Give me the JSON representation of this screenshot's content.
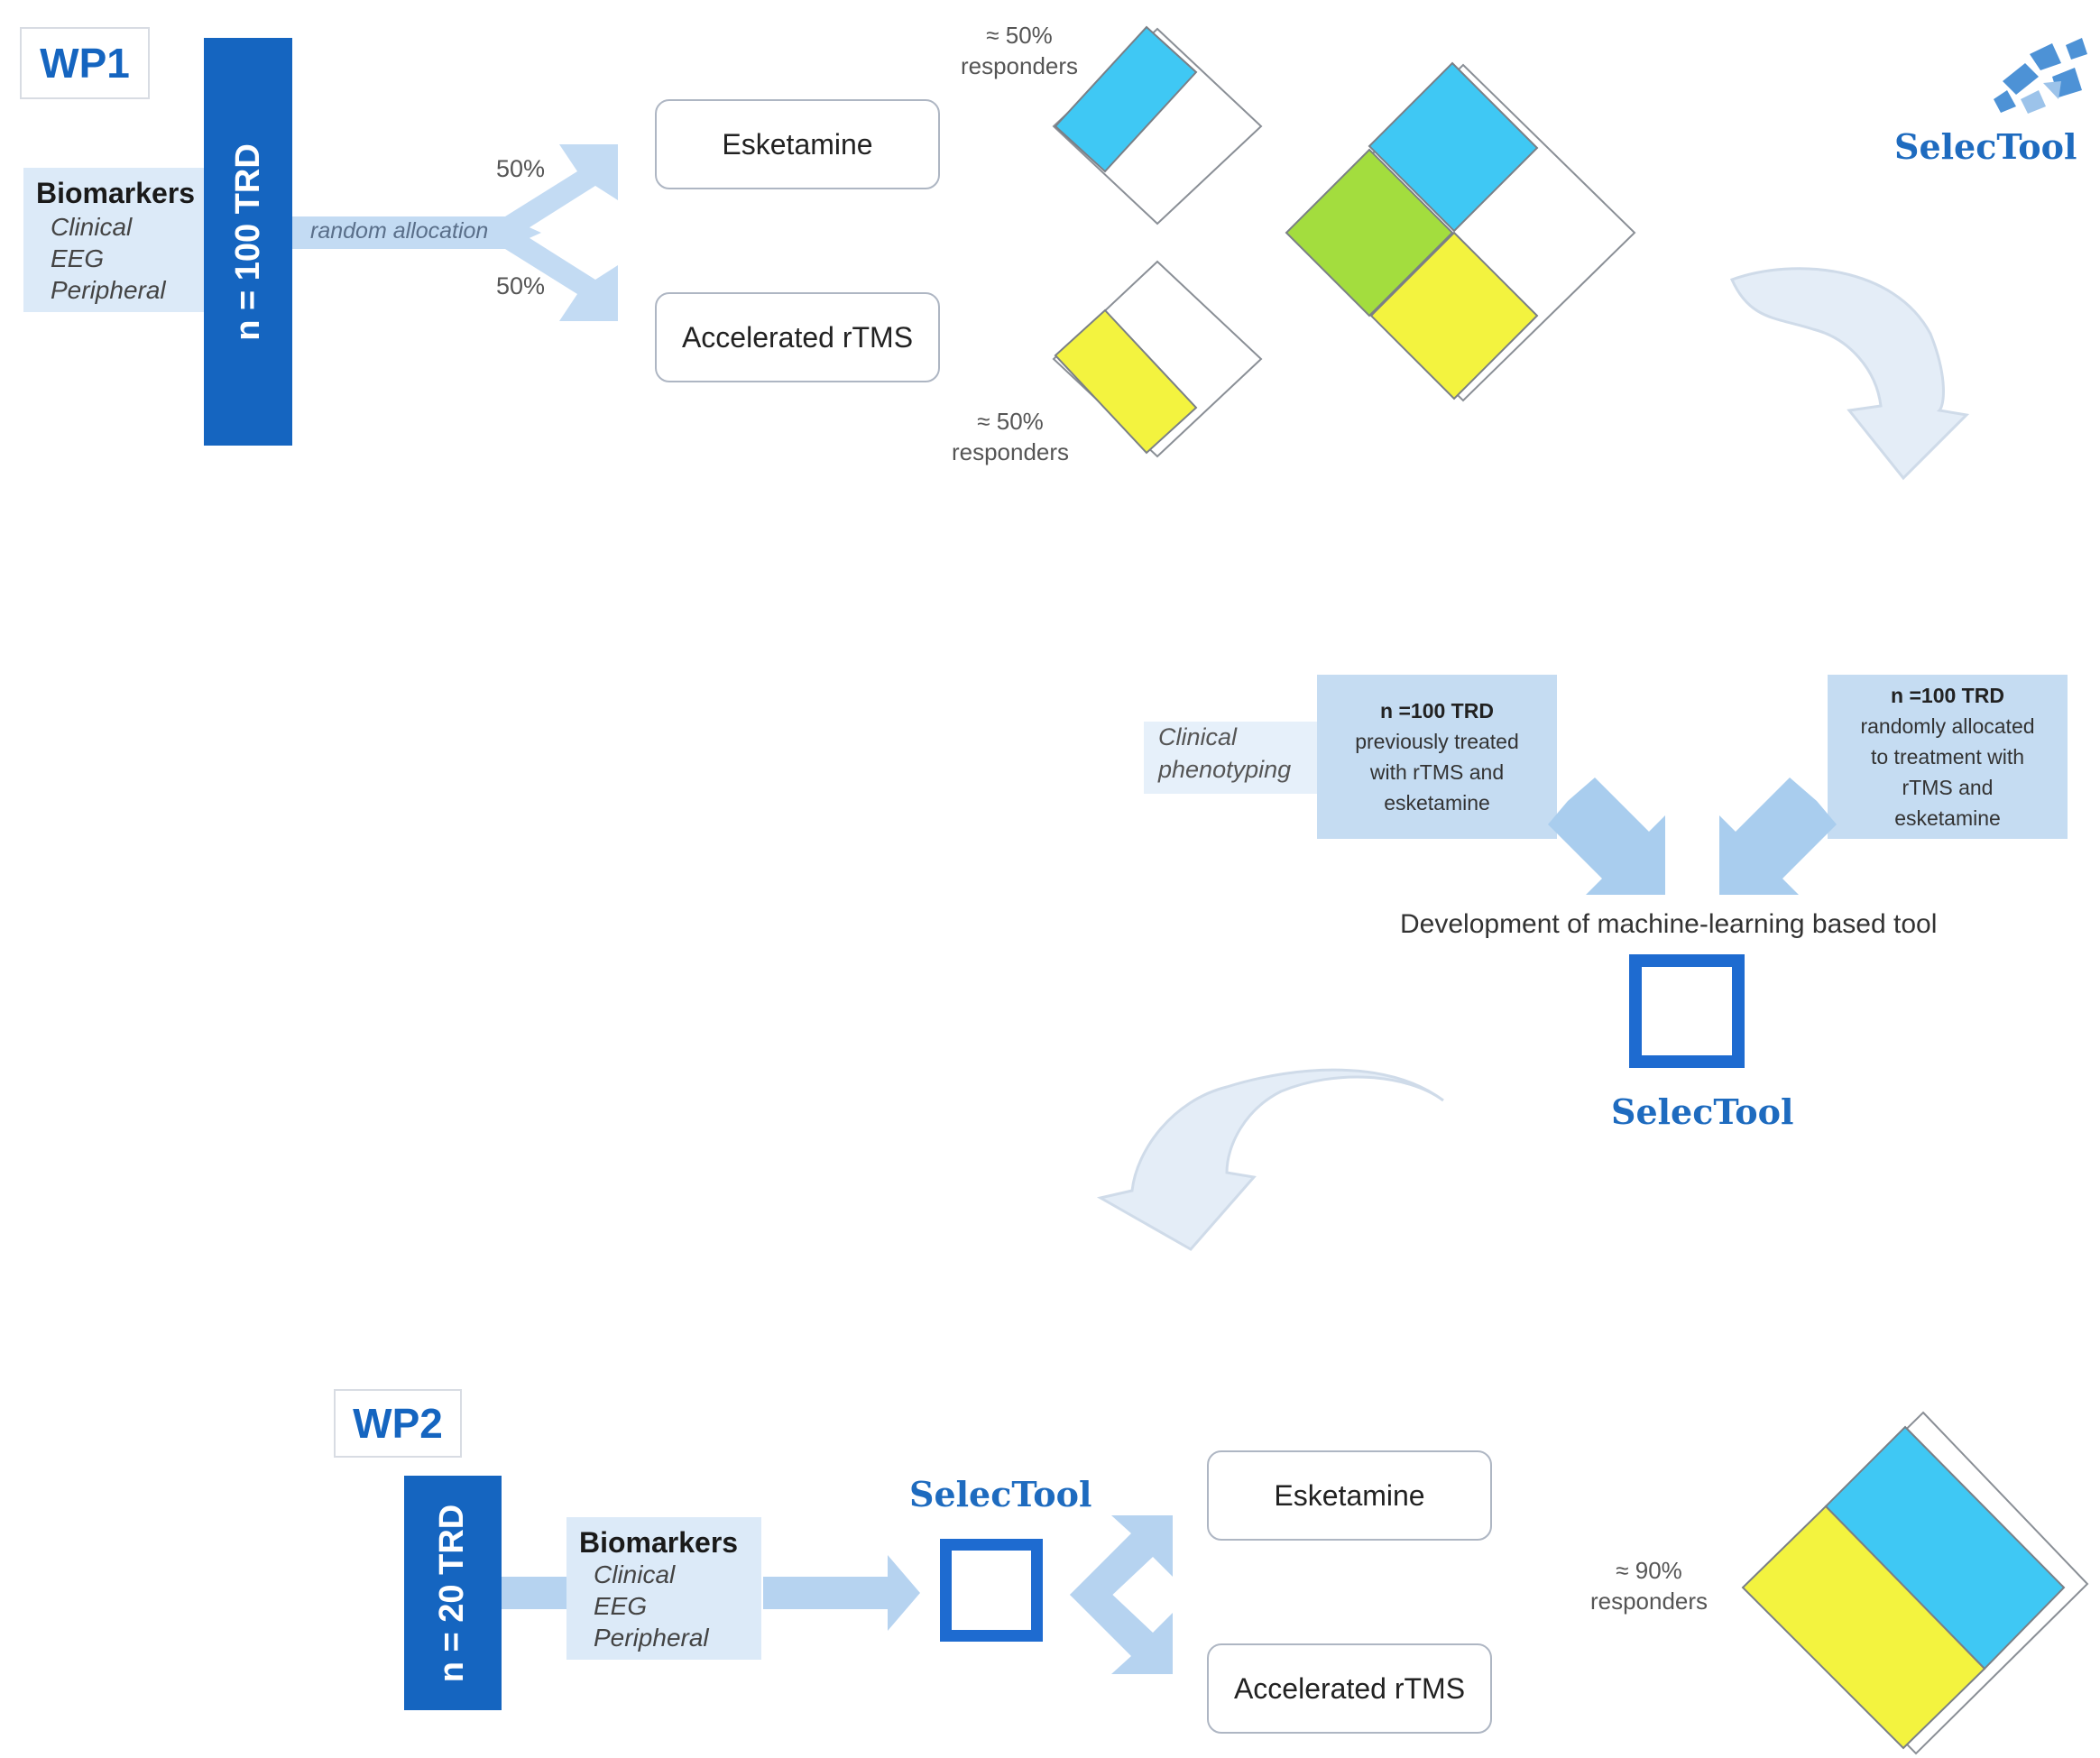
{
  "wp1": {
    "label": "WP1",
    "cohort": "n = 100 TRD",
    "biomarkers": {
      "title": "Biomarkers",
      "items": [
        "Clinical",
        "EEG",
        "Peripheral"
      ]
    },
    "allocation": "random allocation",
    "split_top": "50%",
    "split_bottom": "50%",
    "treatment_a": "Esketamine",
    "treatment_b": "Accelerated rTMS",
    "responders_a": {
      "line1": "≈ 50%",
      "line2": "responders"
    },
    "responders_b": {
      "line1": "≈ 50%",
      "line2": "responders"
    }
  },
  "logo": {
    "text": "SelecTool"
  },
  "development": {
    "phenotyping": {
      "line1": "Clinical",
      "line2": "phenotyping"
    },
    "box_left": {
      "title": "n =100 TRD",
      "lines": [
        "previously treated",
        "with rTMS and",
        "esketamine"
      ]
    },
    "box_right": {
      "title": "n =100 TRD",
      "lines": [
        "randomly allocated",
        "to treatment with",
        "rTMS and",
        "esketamine"
      ]
    },
    "caption": "Development of machine-learning based tool",
    "tool_label": "SelecTool"
  },
  "wp2": {
    "label": "WP2",
    "cohort": "n = 20 TRD",
    "biomarkers": {
      "title": "Biomarkers",
      "items": [
        "Clinical",
        "EEG",
        "Peripheral"
      ]
    },
    "tool_label": "SelecTool",
    "treatment_a": "Esketamine",
    "treatment_b": "Accelerated rTMS",
    "responders": {
      "line1": "≈ 90%",
      "line2": "responders"
    }
  },
  "colors": {
    "primary_blue": "#1565c0",
    "light_blue": "#dceaf8",
    "arrow_blue": "#b9d6f2",
    "cyan": "#3fc8f4",
    "yellow": "#f3f33f",
    "green": "#a3dd3e"
  }
}
